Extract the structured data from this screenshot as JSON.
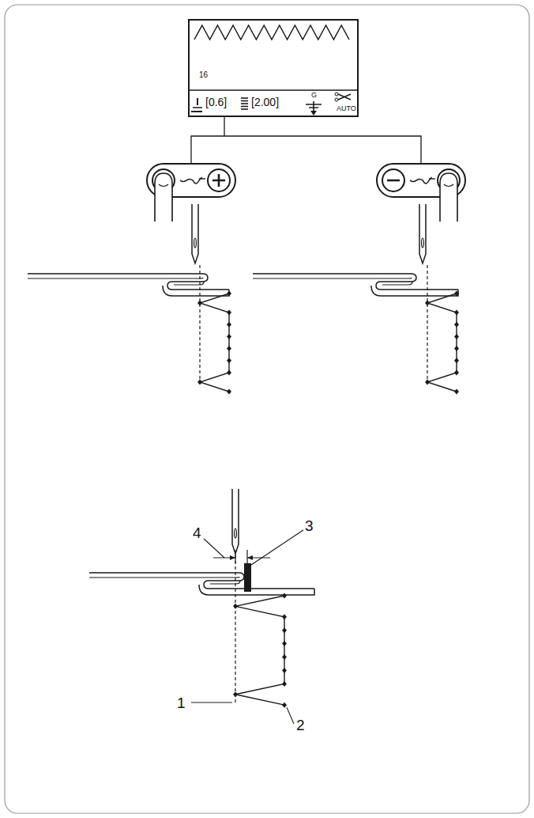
{
  "diagram": {
    "nodes": [
      {
        "text": [
          "16",
          "[0.6]",
          "[2.00]",
          "G",
          "AUTO"
        ]
      }
    ],
    "labels": [
      "4",
      "3",
      "1",
      "2"
    ]
  }
}
